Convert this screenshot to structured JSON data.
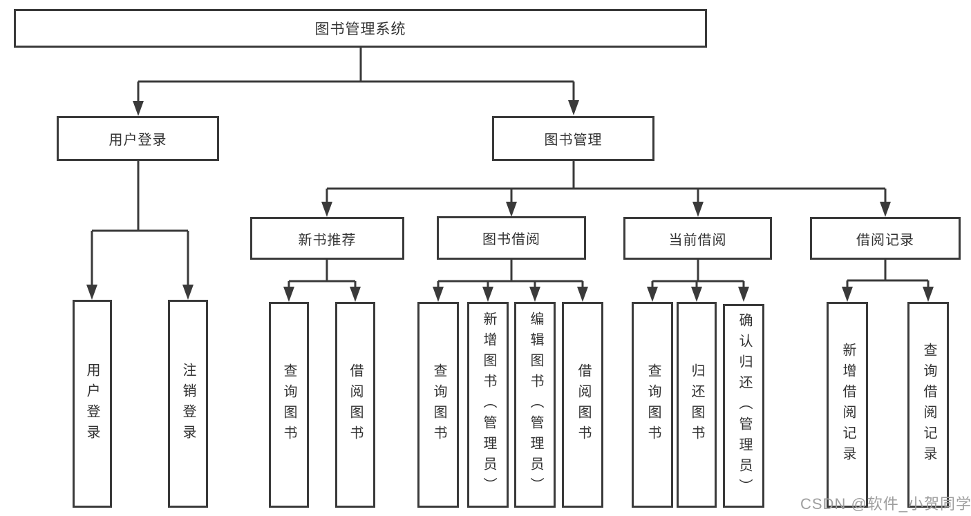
{
  "diagram_title": "图书管理系统",
  "watermark": "CSDN @软件_小贺同学",
  "colors": {
    "line": "#3a3a3a",
    "text": "#333333",
    "watermark": "#9e9e9e",
    "background": "#ffffff"
  },
  "nodes": {
    "root": {
      "label": "图书管理系统"
    },
    "user_login": {
      "label": "用户登录"
    },
    "book_management": {
      "label": "图书管理"
    },
    "new_book_recommend": {
      "label": "新书推荐"
    },
    "book_borrow": {
      "label": "图书借阅"
    },
    "current_borrow": {
      "label": "当前借阅"
    },
    "borrow_records": {
      "label": "借阅记录"
    },
    "leaf_user_login": {
      "label": "用户登录"
    },
    "leaf_logout": {
      "label": "注销登录"
    },
    "leaf_nb_query_books": {
      "label": "查询图书"
    },
    "leaf_nb_borrow_books": {
      "label": "借阅图书"
    },
    "leaf_bb_query_books": {
      "label": "查询图书"
    },
    "leaf_bb_add_books": {
      "label": "新增图书（管理员）"
    },
    "leaf_bb_edit_books": {
      "label": "编辑图书（管理员）"
    },
    "leaf_bb_borrow_books": {
      "label": "借阅图书"
    },
    "leaf_cb_query_books": {
      "label": "查询图书"
    },
    "leaf_cb_return_books": {
      "label": "归还图书"
    },
    "leaf_cb_confirm_return": {
      "label": "确认归还（管理员）"
    },
    "leaf_br_add_record": {
      "label": "新增借阅记录"
    },
    "leaf_br_query_record": {
      "label": "查询借阅记录"
    }
  },
  "hierarchy": {
    "图书管理系统": {
      "用户登录": [
        "用户登录",
        "注销登录"
      ],
      "图书管理": {
        "新书推荐": [
          "查询图书",
          "借阅图书"
        ],
        "图书借阅": [
          "查询图书",
          "新增图书（管理员）",
          "编辑图书（管理员）",
          "借阅图书"
        ],
        "当前借阅": [
          "查询图书",
          "归还图书",
          "确认归还（管理员）"
        ],
        "借阅记录": [
          "新增借阅记录",
          "查询借阅记录"
        ]
      }
    }
  }
}
